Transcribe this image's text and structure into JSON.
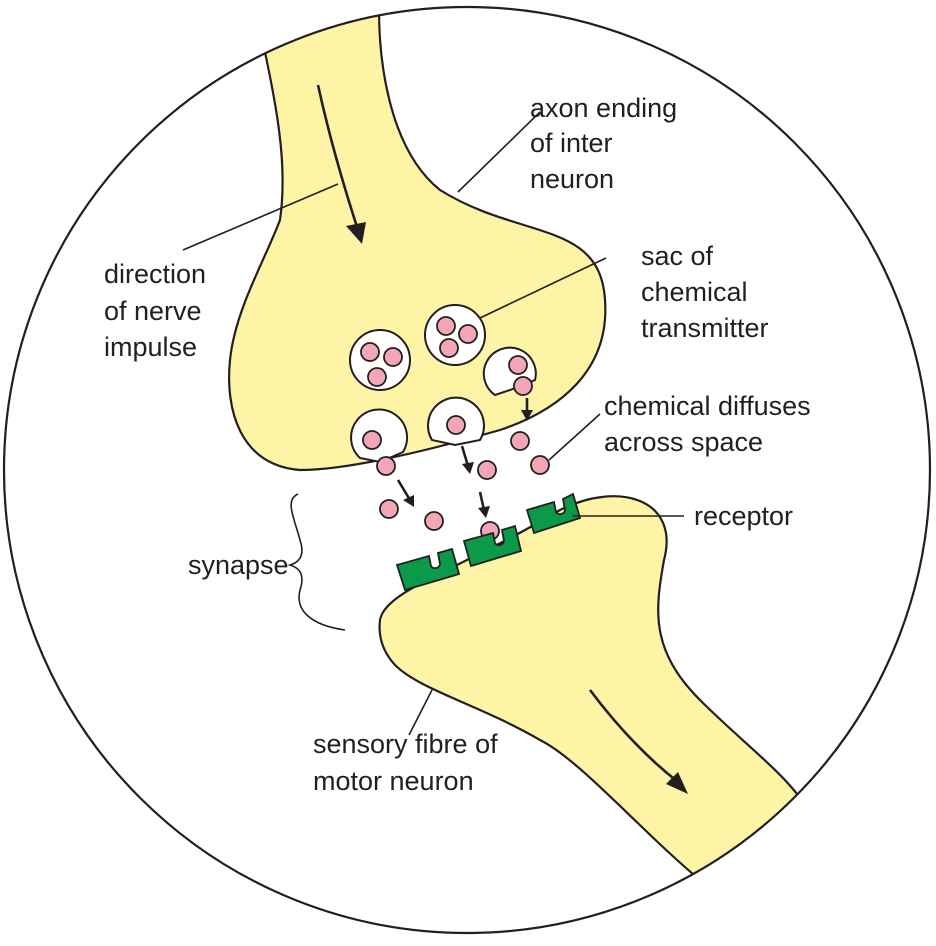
{
  "colors": {
    "neuron_fill": "#fdf4a6",
    "molecule_fill": "#f2a6b6",
    "receptor_fill": "#0a9a4a",
    "outline": "#231f20"
  },
  "labels": {
    "axon_ending": [
      "axon ending",
      "of inter",
      "neuron"
    ],
    "direction": [
      "direction",
      "of nerve",
      "impulse"
    ],
    "sac": [
      "sac of",
      "chemical",
      "transmitter"
    ],
    "diffuses": [
      "chemical diffuses",
      "across space"
    ],
    "receptor": "receptor",
    "synapse": "synapse",
    "sensory": [
      "sensory fibre of",
      "motor neuron"
    ]
  }
}
